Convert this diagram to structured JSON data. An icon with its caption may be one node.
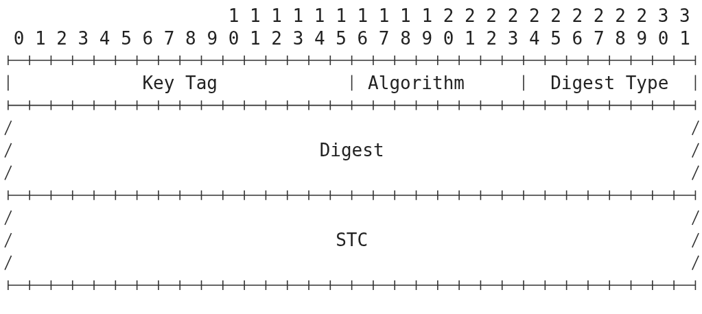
{
  "diagram": {
    "nodes": [
      {
        "text": [
          "Key Tag"
        ]
      },
      {
        "text": [
          "Algorithm"
        ]
      },
      {
        "text": [
          "Digest Type"
        ]
      },
      {
        "text": [
          "Digest"
        ]
      },
      {
        "text": [
          "STC"
        ]
      }
    ],
    "labels": [
      "1 1 1 1 1 1 1 1 1 1 2 2 2 2 2 2 2 2 2 2 3 3",
      "0 1 2 3 4 5 6 7 8 9 0 1 2 3 4 5 6 7 8 9 0 1 2 3 4 5 6 7 8 9 0 1"
    ]
  }
}
